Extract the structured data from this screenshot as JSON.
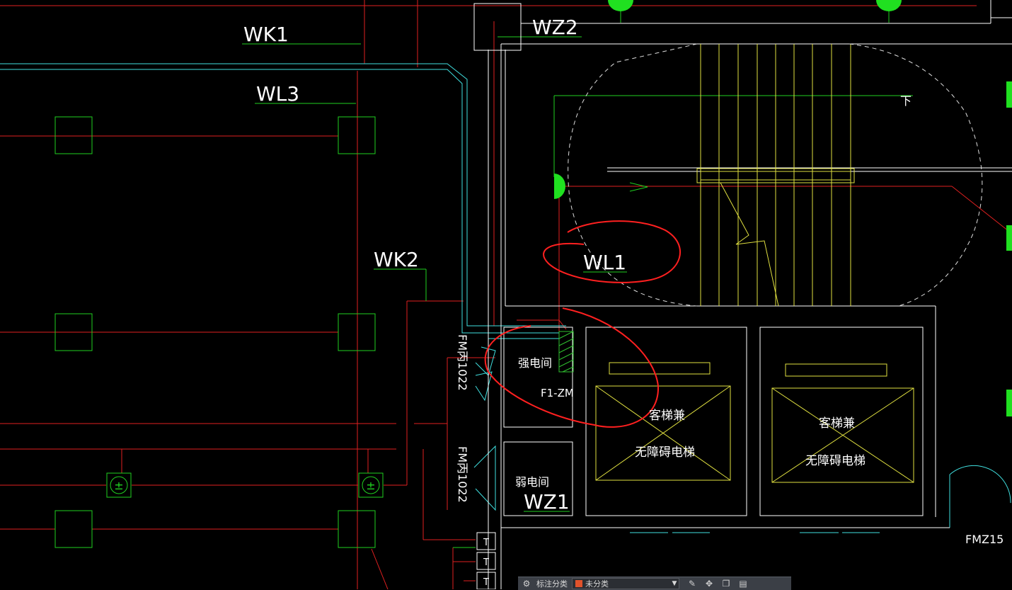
{
  "colors": {
    "background": "#000000",
    "wall": "#ffffff",
    "red_line": "#e02020",
    "green_line": "#20d020",
    "cyan_line": "#40e0e0",
    "yellow_line": "#e0e040",
    "markup": "#ff2020",
    "hatch": "#30c030"
  },
  "labels": {
    "wk1": "WK1",
    "wz2": "WZ2",
    "wl3": "WL3",
    "wk2": "WK2",
    "wl1": "WL1",
    "wz1": "WZ1",
    "strong_room": "强电间",
    "weak_room": "弱电间",
    "panel": "F1-ZM",
    "door1": "FM丙1022",
    "door2": "FM丙1022",
    "elev1_line1": "客梯兼",
    "elev1_line2": "无障碍电梯",
    "elev2_line1": "客梯兼",
    "elev2_line2": "无障碍电梯",
    "stair_down": "下",
    "fmz": "FMZ15",
    "t1": "T",
    "t2": "T",
    "t3": "T",
    "socket_symbol": "±"
  },
  "toolbar": {
    "label": "标注分类",
    "value": "未分类",
    "icons": [
      "dimension-icon",
      "edit-icon",
      "move-icon",
      "copy-icon",
      "print-icon"
    ]
  }
}
